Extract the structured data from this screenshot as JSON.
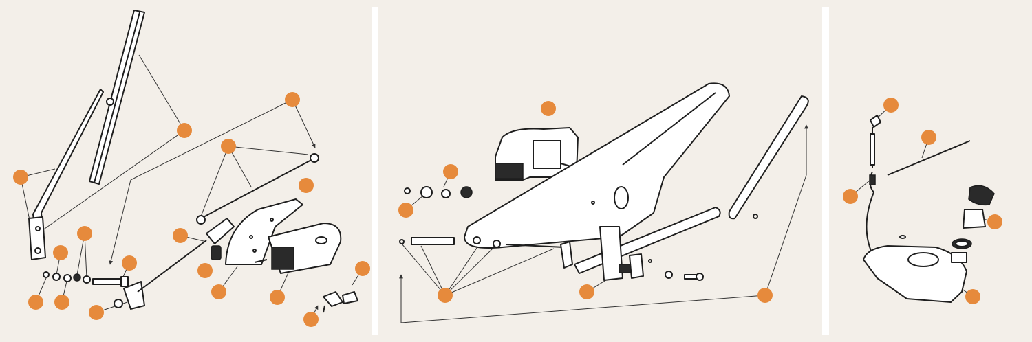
{
  "colors": {
    "background": "#f3efe9",
    "callout": "#e68a3c",
    "panel_divider": "#ffffff",
    "ink": "#1e1e1e"
  },
  "panels": [
    {
      "name": "wiper-arm-and-linkage"
    },
    {
      "name": "wiper-motor-and-frame"
    },
    {
      "name": "washer-reservoir"
    }
  ],
  "callout_count": 28
}
